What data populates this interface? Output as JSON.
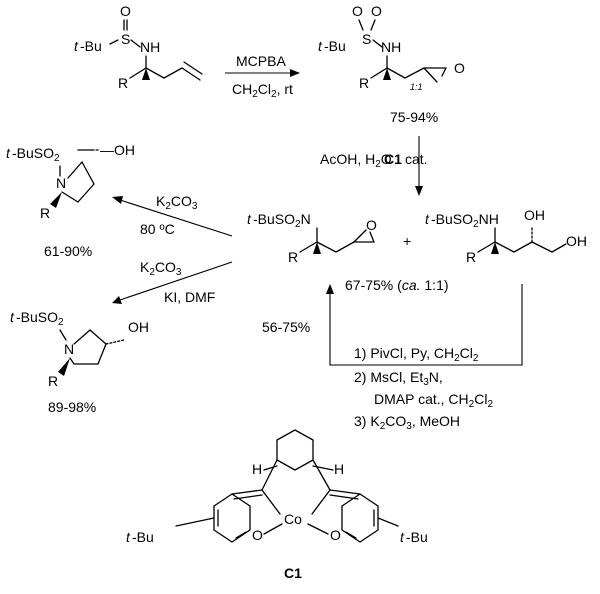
{
  "step1": {
    "reagent_top": "MCPBA",
    "reagent_bottom": "CH",
    "reagent_bottom_sub": "2",
    "reagent_bottom_cl": "Cl",
    "reagent_bottom_sub2": "2",
    "reagent_bottom_tail": ", rt",
    "yield": "75-94%"
  },
  "step2": {
    "reagent": "AcOH, H",
    "reagent_sub": "2",
    "reagent_o": "O",
    "catalyst": "C1",
    "catalyst_suffix": "cat.",
    "yield": "67-75% (",
    "yield_ca": "ca.",
    "yield_ratio": "1:1)",
    "plus": "+"
  },
  "step3": {
    "reagent_top": "K",
    "reagent_top_sub": "2",
    "reagent_top_tail": "CO",
    "reagent_top_sub2": "3",
    "reagent_bottom": "80 ºC",
    "yield": "61-90%"
  },
  "step4": {
    "reagent_top": "K",
    "reagent_top_sub": "2",
    "reagent_top_tail": "CO",
    "reagent_top_sub2": "3",
    "reagent_bottom": "KI, DMF",
    "yield": "89-98%"
  },
  "step5": {
    "line1": "1) PivCl, Py, CH",
    "line1_sub": "2",
    "line1_cl": "Cl",
    "line1_sub2": "2",
    "line2": "2) MsCl, Et",
    "line2_sub": "3",
    "line2_tail": "N,",
    "line3": "DMAP cat., CH",
    "line3_sub": "2",
    "line3_cl": "Cl",
    "line3_sub2": "2",
    "line4": "3) K",
    "line4_sub": "2",
    "line4_tail": "CO",
    "line4_sub2": "3",
    "line4_end": ", MeOH",
    "yield": "56-75%"
  },
  "atoms": {
    "tbu": "t",
    "tbu_rest": "-Bu",
    "s": "S",
    "o": "O",
    "nh": "NH",
    "n": "N",
    "r": "R",
    "h": "H",
    "oh": "OH",
    "ratio": "1:1",
    "tbuso2": "-BuSO",
    "tbuso2_sub": "2",
    "co": "Co",
    "dash_oh": "—OH"
  },
  "catalyst_label": "C1"
}
